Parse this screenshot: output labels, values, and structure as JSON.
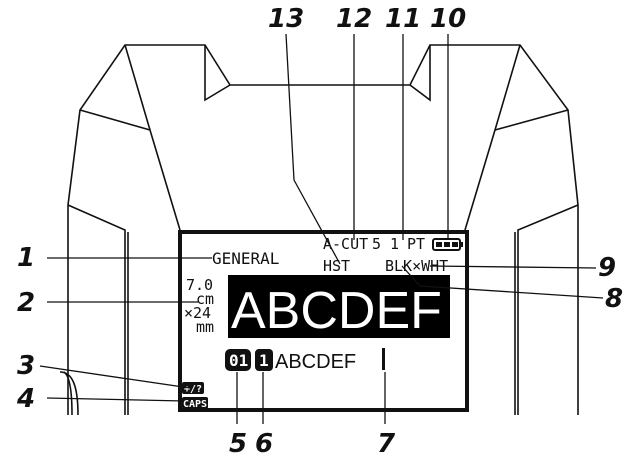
{
  "screen": {
    "mode_label": "GENERAL",
    "cut_mode": "A-CUT",
    "line_label": "HST",
    "tape_width": "5 1",
    "tape_units": "PT",
    "tape_color": "BLK×WHT",
    "label_size": {
      "length_value": "7.0",
      "length_unit": "cm",
      "width_value": "×24",
      "width_unit": "mm"
    },
    "preview_text": "ABCDEF",
    "block_number": "01",
    "line_number": "1",
    "input_text": "ABCDEF",
    "input_indicator": "+/?",
    "caps_indicator": "CAPS"
  },
  "callouts": [
    "1",
    "2",
    "3",
    "4",
    "5",
    "6",
    "7",
    "8",
    "9",
    "10",
    "11",
    "12",
    "13"
  ],
  "colors": {
    "screen_background": "#000000",
    "screen_text": "#ffffff",
    "line_art": "#111111"
  }
}
